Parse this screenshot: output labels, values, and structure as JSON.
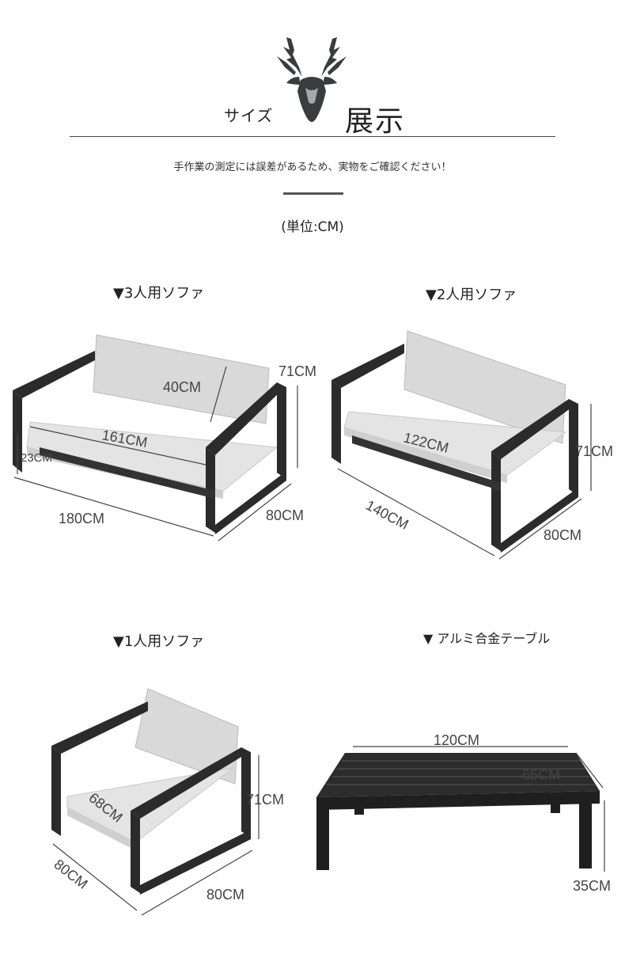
{
  "header": {
    "small": "サイズ",
    "big": "展示"
  },
  "note": "手作業の測定には誤差があるため、実物をご確認ください！",
  "unit": "(単位:CM)",
  "products": {
    "p3": {
      "label": "▼3人用ソファ",
      "width": "180CM",
      "depth": "80CM",
      "height": "71CM",
      "seat_width": "161CM",
      "back": "40CM",
      "seat_height": "23CM"
    },
    "p2": {
      "label": "▼2人用ソファ",
      "width": "140CM",
      "depth": "80CM",
      "height": "71CM",
      "seat_width": "122CM"
    },
    "p1": {
      "label": "▼1人用ソファ",
      "width": "80CM",
      "depth": "80CM",
      "height": "71CM",
      "seat_width": "68CM"
    },
    "table": {
      "label": "▼ アルミ合金テーブル",
      "width": "120CM",
      "depth": "65CM",
      "height": "35CM"
    }
  }
}
